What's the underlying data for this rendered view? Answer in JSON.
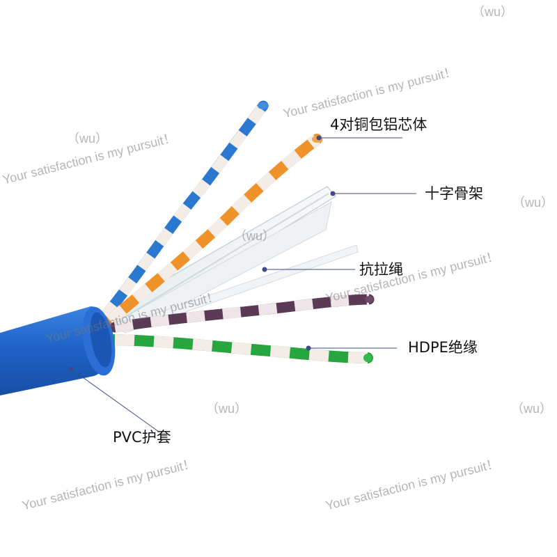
{
  "labels": {
    "core": "4对铜包铝芯体",
    "cross_filler": "十字骨架",
    "rip_cord": "抗拉绳",
    "insulation": "HDPE绝缘",
    "jacket": "PVC护套"
  },
  "watermark": {
    "text": "Your satisfaction is my pursuit！",
    "tag": "（wu）"
  },
  "colors": {
    "jacket": "#1f63c9",
    "blue_pair": "#2a78cf",
    "orange_pair": "#f0922a",
    "brown_pair": "#5b3a55",
    "green_pair": "#27a640",
    "white_stripe": "#f4ece6",
    "leader_line": "#3a4a8a"
  }
}
